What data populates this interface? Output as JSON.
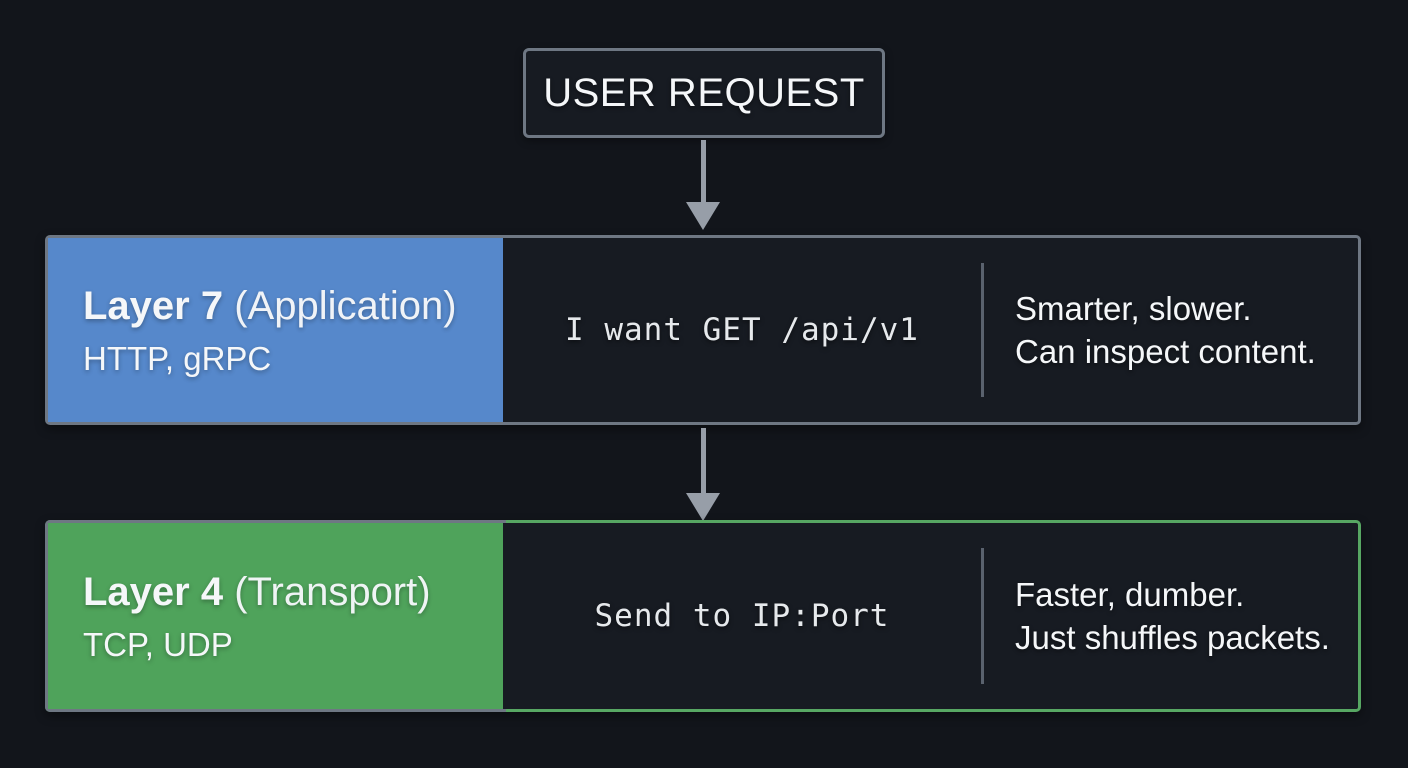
{
  "title_box": {
    "label": "USER REQUEST"
  },
  "rows": [
    {
      "name": "Layer 7",
      "qualifier": "(Application)",
      "protocols": "HTTP, gRPC",
      "message": "I want GET /api/v1",
      "note_line1": "Smarter, slower.",
      "note_line2": "Can inspect content."
    },
    {
      "name": "Layer 4",
      "qualifier": "(Transport)",
      "protocols": "TCP, UDP",
      "message": "Send to IP:Port",
      "note_line1": "Faster, dumber.",
      "note_line2": "Just shuffles packets."
    }
  ],
  "icons": [
    {
      "name": "down-arrow",
      "meaning": "flow from user request to Layer 7"
    },
    {
      "name": "down-arrow",
      "meaning": "flow from Layer 7 to Layer 4"
    }
  ],
  "colors": {
    "page-bg": "#12151b",
    "panel-bg": "#171b22",
    "gray-border": "#6e7783",
    "green-border": "#57a763",
    "accent-blue": "#5688cb",
    "accent-green": "#4fa35b",
    "arrow": "#979ea8",
    "divider": "#5a626e",
    "text-bright": "#f5f7f9",
    "text-mono": "#e6e9ec"
  }
}
